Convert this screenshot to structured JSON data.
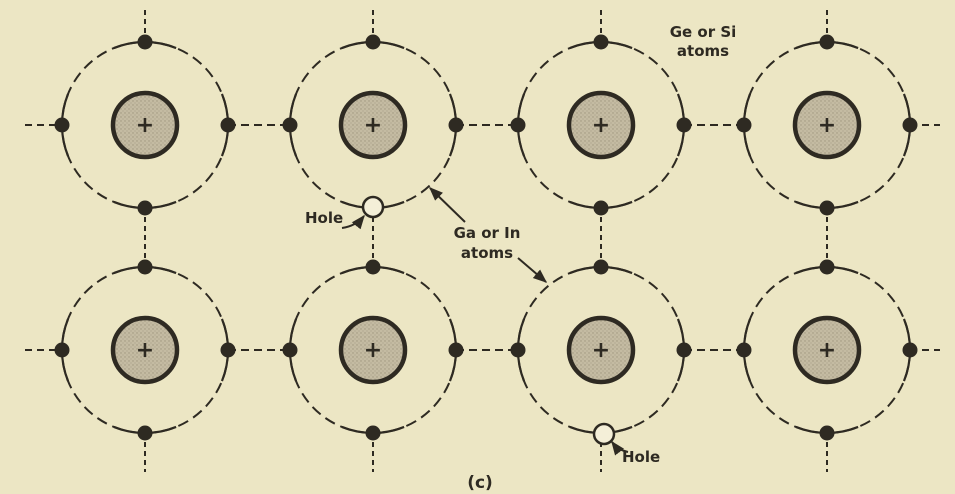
{
  "labels": {
    "host_atoms_line1": "Ge or Si",
    "host_atoms_line2": "atoms",
    "dopant_atoms_line1": "Ga or In",
    "dopant_atoms_line2": "atoms",
    "hole_left": "Hole",
    "hole_right": "Hole",
    "caption": "(c)"
  },
  "nucleus_symbol": "+",
  "lattice": {
    "rows": 2,
    "columns": 4
  },
  "dopant_atoms": [
    {
      "row": 0,
      "col": 1
    },
    {
      "row": 1,
      "col": 2
    }
  ],
  "colors": {
    "background": "#ece6c4",
    "ink": "#2e2a22",
    "nucleus_fill": "#bdb39a"
  }
}
